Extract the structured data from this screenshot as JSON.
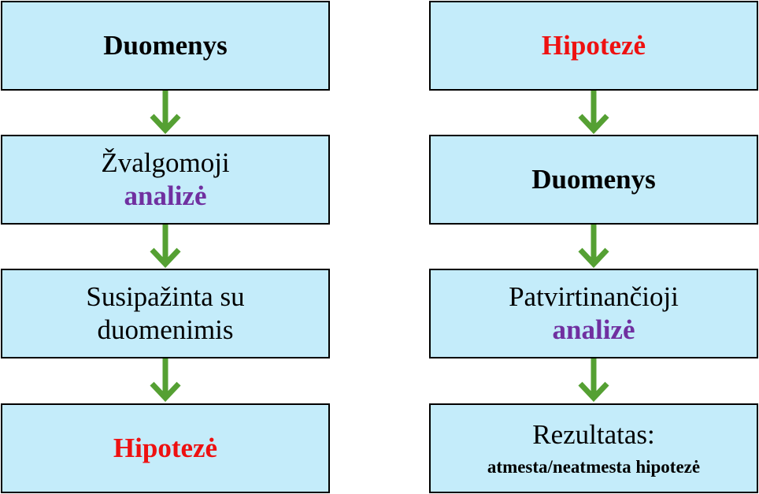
{
  "left_flow": {
    "box1": {
      "text": "Duomenys"
    },
    "box2": {
      "line1": "Žvalgomoji",
      "line2": "analizė"
    },
    "box3": {
      "line1": "Susipažinta su",
      "line2": "duomenimis"
    },
    "box4": {
      "text": "Hipotezė"
    }
  },
  "right_flow": {
    "box1": {
      "text": "Hipotezė"
    },
    "box2": {
      "text": "Duomenys"
    },
    "box3": {
      "line1": "Patvirtinančioji",
      "line2": "analizė"
    },
    "box4": {
      "line1": "Rezultatas:",
      "line2": "atmesta/neatmesta hipotezė"
    }
  },
  "colors": {
    "box_fill": "#c4ecfa",
    "box_border": "#000000",
    "arrow": "#55a033",
    "highlight_red": "#ee1111",
    "highlight_purple": "#7030a0"
  },
  "icons": {
    "connector": "arrow-down-icon"
  }
}
